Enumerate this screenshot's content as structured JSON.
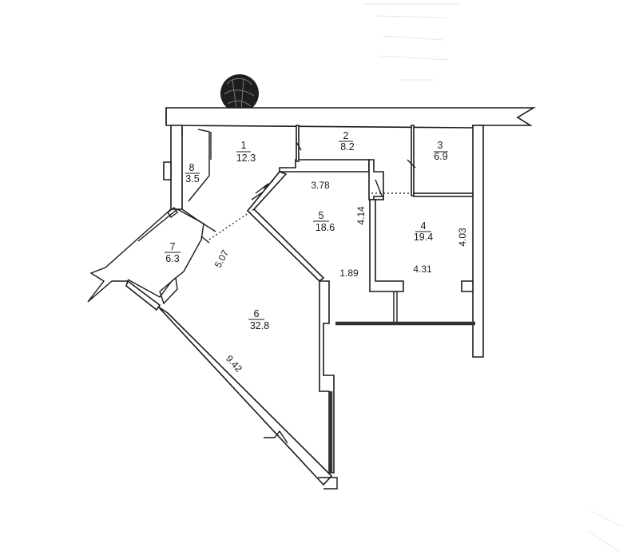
{
  "rooms": [
    {
      "number": "1",
      "area": "12.3"
    },
    {
      "number": "2",
      "area": "8.2"
    },
    {
      "number": "3",
      "area": "6.9"
    },
    {
      "number": "4",
      "area": "19.4"
    },
    {
      "number": "5",
      "area": "18.6"
    },
    {
      "number": "6",
      "area": "32.8"
    },
    {
      "number": "7",
      "area": "6.3"
    },
    {
      "number": "8",
      "area": "3.5"
    }
  ],
  "dimensions": {
    "d_3_78": "3.78",
    "d_4_14": "4.14",
    "d_4_03": "4.03",
    "d_1_89": "1.89",
    "d_4_31": "4.31",
    "d_5_07": "5.07",
    "d_9_42": "9.42"
  }
}
